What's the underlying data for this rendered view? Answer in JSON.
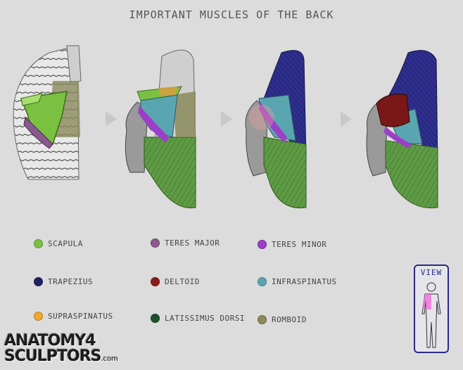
{
  "title": "IMPORTANT MUSCLES OF THE BACK",
  "legend": [
    {
      "label": "SCAPULA",
      "color": "#7ac142"
    },
    {
      "label": "TERES MAJOR",
      "color": "#8a5a8c"
    },
    {
      "label": "TERES MINOR",
      "color": "#9b3fc8"
    },
    {
      "label": "TRAPEZIUS",
      "color": "#20206a"
    },
    {
      "label": "DELTOID",
      "color": "#8b1c1c"
    },
    {
      "label": "INFRASPINATUS",
      "color": "#5aa6b0"
    },
    {
      "label": "SUPRASPINATUS",
      "color": "#f0a830"
    },
    {
      "label": "LATISSIMUS DORSI",
      "color": "#1e5030"
    },
    {
      "label": "ROMBOID",
      "color": "#8a8a5c"
    }
  ],
  "view_label": "VIEW",
  "logo": {
    "line1": "ANATOMY4",
    "line2": "SCULPTORS",
    "suffix": ".com"
  }
}
